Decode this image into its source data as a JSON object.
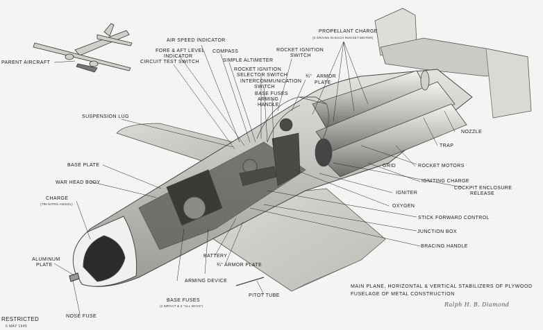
{
  "labels": {
    "parent_aircraft": "PARENT AIRCRAFT",
    "air_speed_indicator": "AIR SPEED INDICATOR",
    "fore_aft_level": "FORE & AFT LEVEL",
    "indicator": "INDICATOR",
    "circuit_test_switch": "CIRCUIT TEST SWITCH",
    "compass": "COMPASS",
    "rocket_ignition_switch": "ROCKET IGNITION",
    "switch": "SWITCH",
    "simple_altimeter": "SIMPLE ALTIMETER",
    "rocket_ignition_selector": "ROCKET IGNITION",
    "selector_switch": "SELECTOR SWITCH",
    "intercommunication": "INTERCOMMUNICATION",
    "intercom_switch": "SWITCH",
    "base_fuses_top": "BASE FUSES",
    "arming": "ARMING",
    "handle": "HANDLE",
    "propellant_charge": "PROPELLANT CHARGE",
    "propellant_sub": "(3 GRAINS IN EACH ROCKET MOTOR)",
    "armor_plate_top_num": "¾\"",
    "armor": "ARMOR",
    "plate": "PLATE",
    "suspension_lug": "SUSPENSION LUG",
    "nozzle": "NOZZLE",
    "trap": "TRAP",
    "grid": "GRID",
    "rocket_motors": "ROCKET MOTORS",
    "igniting_charge": "IGNITING CHARGE",
    "cockpit_enclosure": "COCKPIT ENCLOSURE",
    "release": "RELEASE",
    "igniter": "IGNITER",
    "oxygen": "OXYGEN",
    "stick_forward_control": "STICK FORWARD CONTROL",
    "junction_box": "JUNCTION BOX",
    "bracing_handle": "BRACING HANDLE",
    "base_plate": "BASE PLATE",
    "war_head_body": "WAR HEAD BODY",
    "charge": "CHARGE",
    "charge_sub": "(TRI-NITRO ANISOL)",
    "aluminum": "ALUMINUM",
    "aluminum_plate": "PLATE",
    "battery": "BATTERY",
    "armor_plate_bottom": "¾\" ARMOR PLATE",
    "arming_device": "ARMING DEVICE",
    "base_fuses_bottom": "BASE FUSES",
    "base_fuses_sub": "(2 IMPACT & 3 \"ALL WAYS\")",
    "pitot_tube": "PITOT TUBE",
    "nose_fuse": "NOSE FUSE",
    "note_line1": "MAIN PLANE, HORIZONTAL & VERTICAL STABILIZERS OF PLYWOOD",
    "note_line2": "FUSELAGE OF METAL CONSTRUCTION",
    "restricted": "RESTRICTED",
    "date": "6 MAY 1945",
    "signature": "Ralph H. B. Diamond"
  }
}
